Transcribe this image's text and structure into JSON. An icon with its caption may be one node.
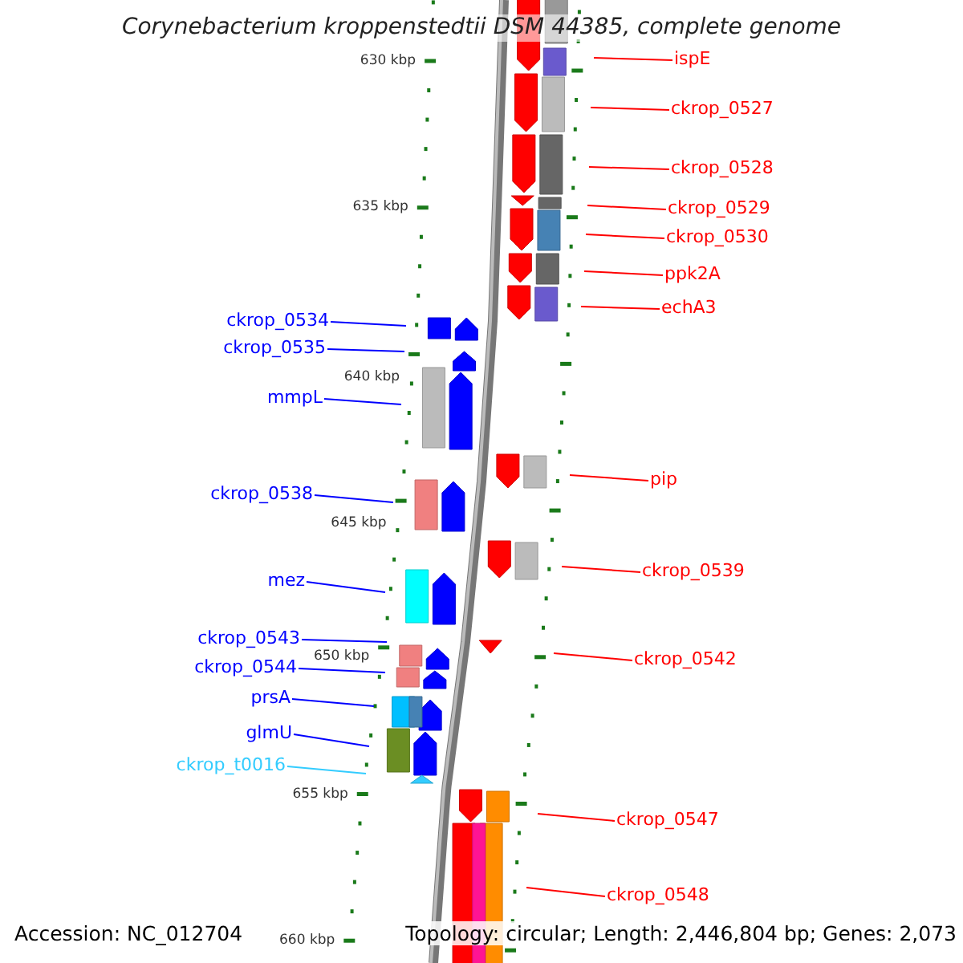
{
  "diagram": {
    "title": "Corynebacterium kroppenstedtii DSM 44385, complete genome",
    "nodes": [
      {
        "text": [
          "ispE"
        ]
      },
      {
        "text": [
          "ckrop_0527"
        ]
      },
      {
        "text": [
          "ckrop_0528"
        ]
      },
      {
        "text": [
          "ckrop_0529"
        ]
      },
      {
        "text": [
          "ckrop_0530"
        ]
      },
      {
        "text": [
          "ppk2A"
        ]
      },
      {
        "text": [
          "echA3"
        ]
      },
      {
        "text": [
          "ckrop_0534"
        ]
      },
      {
        "text": [
          "ckrop_0535"
        ]
      },
      {
        "text": [
          "mmpL"
        ]
      },
      {
        "text": [
          "pip"
        ]
      },
      {
        "text": [
          "ckrop_0538"
        ]
      },
      {
        "text": [
          "ckrop_0539"
        ]
      },
      {
        "text": [
          "mez"
        ]
      },
      {
        "text": [
          "ckrop_0543"
        ]
      },
      {
        "text": [
          "ckrop_0542"
        ]
      },
      {
        "text": [
          "ckrop_0544"
        ]
      },
      {
        "text": [
          "prsA"
        ]
      },
      {
        "text": [
          "glmU"
        ]
      },
      {
        "text": [
          "ckrop_t0016"
        ]
      },
      {
        "text": [
          "ckrop_0547"
        ]
      },
      {
        "text": [
          "ckrop_0548"
        ]
      }
    ],
    "edges": [
      {
        "from": 0,
        "to": null,
        "arrow": "none"
      },
      {
        "from": 1,
        "to": null,
        "arrow": "none"
      },
      {
        "from": 2,
        "to": null,
        "arrow": "none"
      },
      {
        "from": 3,
        "to": null,
        "arrow": "none"
      },
      {
        "from": 4,
        "to": null,
        "arrow": "none"
      },
      {
        "from": 5,
        "to": null,
        "arrow": "none"
      },
      {
        "from": 6,
        "to": null,
        "arrow": "none"
      },
      {
        "from": 7,
        "to": null,
        "arrow": "none",
        "color": "#0000ff"
      },
      {
        "from": 8,
        "to": null,
        "arrow": "none",
        "color": "#0000ff"
      },
      {
        "from": 9,
        "to": null,
        "arrow": "none",
        "color": "#0000ff"
      },
      {
        "from": 10,
        "to": null,
        "arrow": "none"
      },
      {
        "from": 11,
        "to": null,
        "arrow": "none",
        "color": "#0000ff"
      },
      {
        "from": 12,
        "to": null,
        "arrow": "none"
      },
      {
        "from": 13,
        "to": null,
        "arrow": "none",
        "color": "#0000ff"
      },
      {
        "from": 14,
        "to": null,
        "arrow": "none",
        "color": "#0000ff"
      },
      {
        "from": 15,
        "to": null,
        "arrow": "none"
      },
      {
        "from": 16,
        "to": null,
        "arrow": "none",
        "color": "#0000ff"
      },
      {
        "from": 17,
        "to": null,
        "arrow": "none",
        "color": "#0000ff"
      },
      {
        "from": 18,
        "to": null,
        "arrow": "none",
        "color": "#0000ff"
      },
      {
        "from": 19,
        "to": null,
        "arrow": "none",
        "color": "#33ccff"
      },
      {
        "from": 20,
        "to": null,
        "arrow": "none"
      },
      {
        "from": 21,
        "to": null,
        "arrow": "none"
      }
    ],
    "labels": [
      "630 kbp",
      "635 kbp",
      "640 kbp",
      "645 kbp",
      "650 kbp",
      "655 kbp",
      "660 kbp",
      "Accession: NC_012704",
      "Topology: circular; Length: 2,446,804 bp; Genes: 2,073"
    ]
  }
}
